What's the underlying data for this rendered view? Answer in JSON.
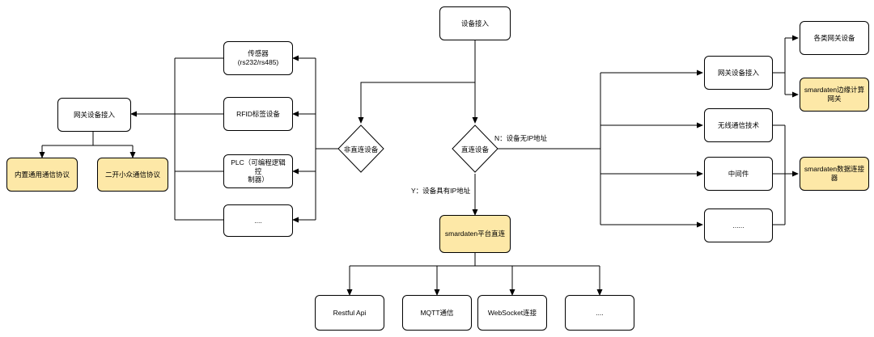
{
  "nodes": {
    "device_access": "设备接入",
    "sensor": "传感器\n(rs232/rs485)",
    "rfid": "RFID标签设备",
    "plc": "PLC（可编程逻辑控\n制器）",
    "left_more": "....",
    "left_gateway": "网关设备接入",
    "builtin_protocol": "内置通用通信协议",
    "custom_protocol": "二开小众通信协议",
    "indirect": "非直连设备",
    "direct": "直连设备",
    "platform_direct": "smardaten平台直连",
    "restful": "Restful Api",
    "mqtt": "MQTT通信",
    "websocket": "WebSocket连接",
    "bottom_more": "....",
    "right_gateway": "网关设备接入",
    "gateway_types": "各类网关设备",
    "edge_gateway": "smardaten边缘计算网关",
    "wireless": "无线通信技术",
    "middleware": "中间件",
    "right_more": "......",
    "data_connector": "smardaten数据连接器"
  },
  "edge_labels": {
    "no_ip": "N：设备无IP地址",
    "has_ip": "Y：设备具有IP地址"
  },
  "colors": {
    "highlight_fill": "#fde8a7",
    "border": "#000000",
    "background": "#ffffff"
  }
}
